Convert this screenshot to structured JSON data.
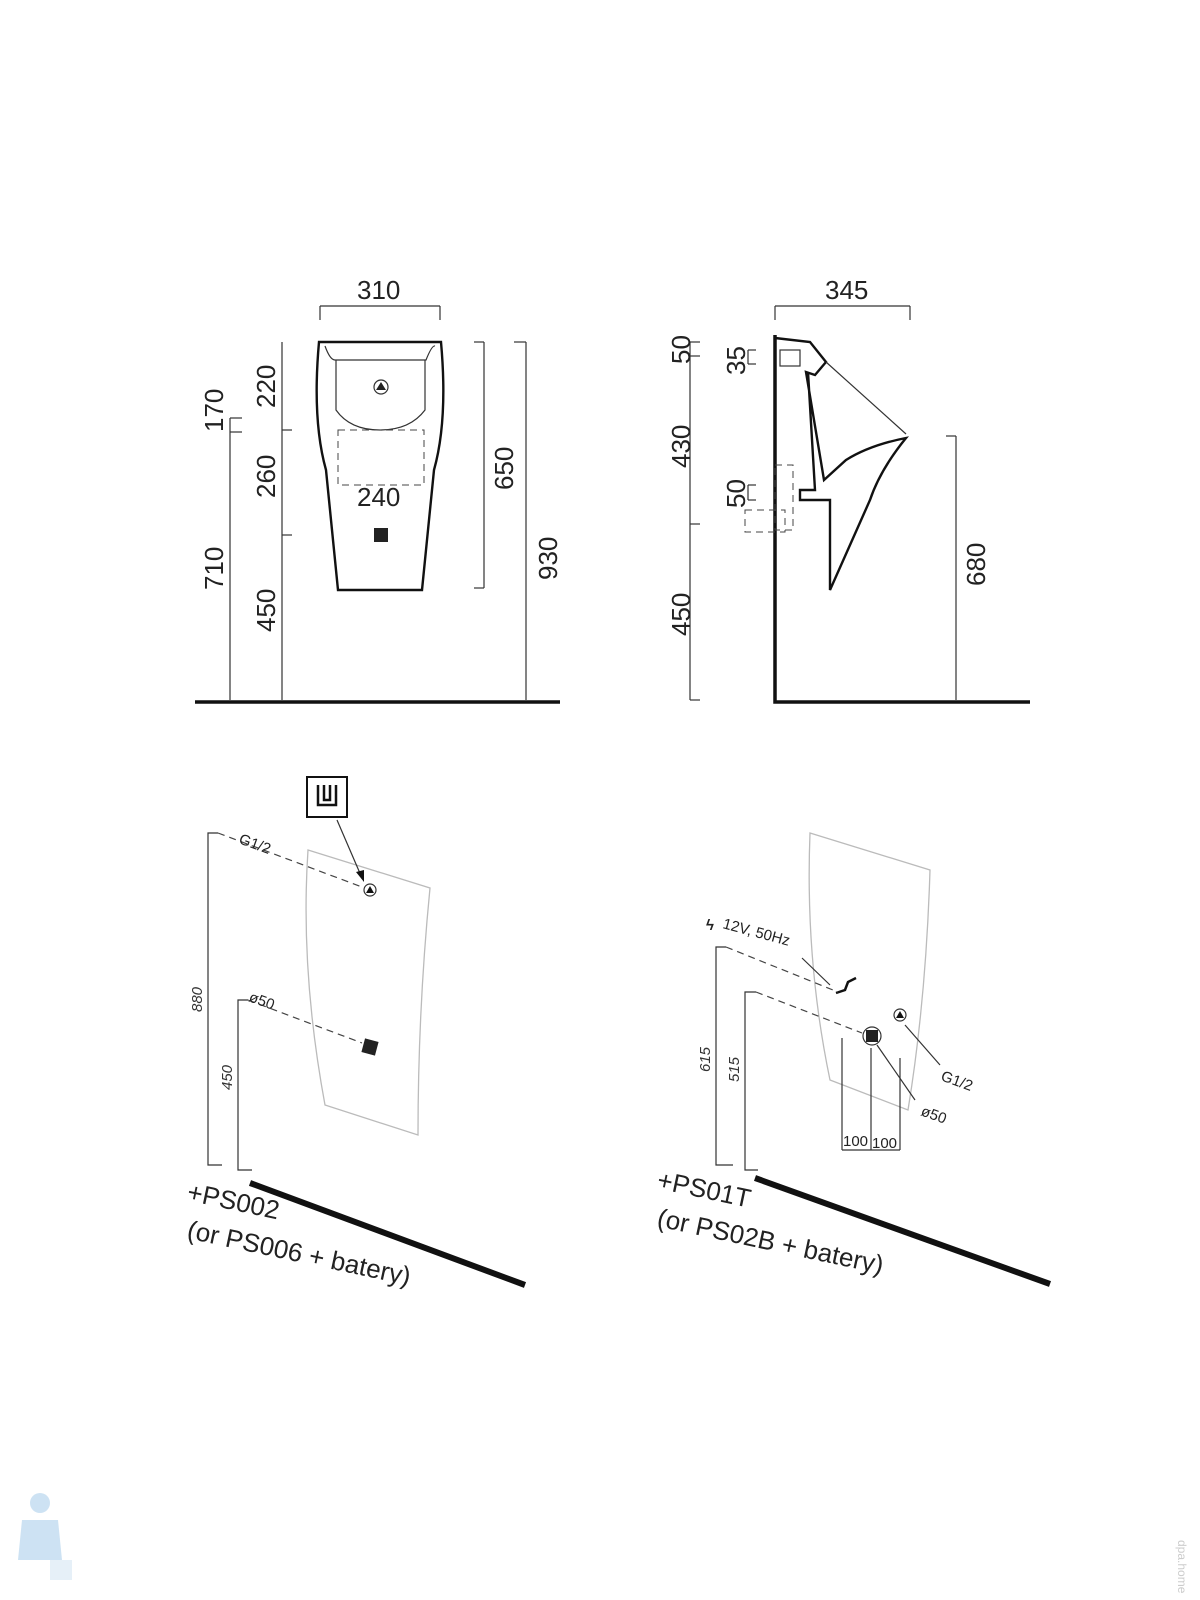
{
  "front_view": {
    "width": "310",
    "dims_left": [
      "170",
      "710"
    ],
    "dims_mid": [
      "220",
      "260",
      "450"
    ],
    "inner_width": "240",
    "height_right": "650",
    "total_height": "930"
  },
  "side_view": {
    "depth": "345",
    "dims_left": [
      "50",
      "430",
      "450"
    ],
    "dims_mid": [
      "35",
      "50"
    ],
    "height_right": "680"
  },
  "install_left": {
    "label_g12": "G1/2",
    "label_d50": "ø50",
    "dim_880": "880",
    "dim_450": "450",
    "product": "+PS002",
    "alt": "(or PS006 + batery)"
  },
  "install_right": {
    "power": "12V, 50Hz",
    "label_g12": "G1/2",
    "label_d50": "ø50",
    "dim_615": "615",
    "dim_515": "515",
    "spacing": [
      "100",
      "100"
    ],
    "product": "+PS01T",
    "alt": "(or PS02B + batery)"
  },
  "watermark": "dpa.home"
}
